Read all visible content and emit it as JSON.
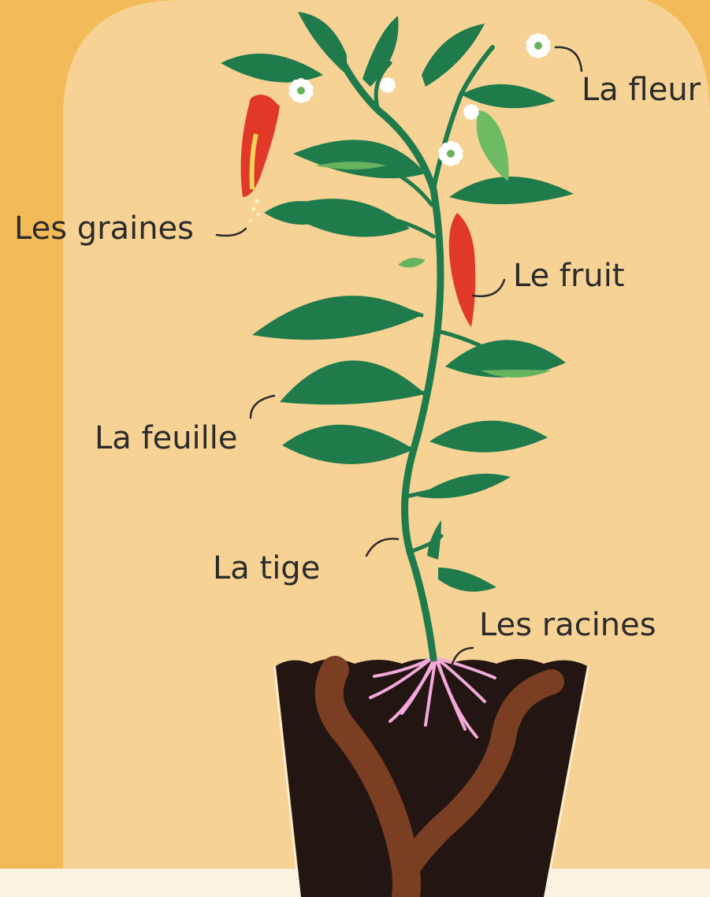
{
  "colors": {
    "background_outer": "#F3BB58",
    "background_arch": "#F6D294",
    "table": "#FBF3E2",
    "leaf_dark": "#1F7A4C",
    "leaf_light": "#67B35E",
    "fruit_red": "#E0392A",
    "fruit_green": "#6EBB64",
    "flower": "#FFFFFF",
    "soil": "#221512",
    "worm_path": "#7A3E22",
    "roots": "#F2A9D8",
    "label_text": "#2b2b2b"
  },
  "labels": {
    "flower": "La fleur",
    "seeds": "Les graines",
    "fruit": "Le fruit",
    "leaf": "La feuille",
    "stem": "La tige",
    "roots": "Les racines"
  }
}
